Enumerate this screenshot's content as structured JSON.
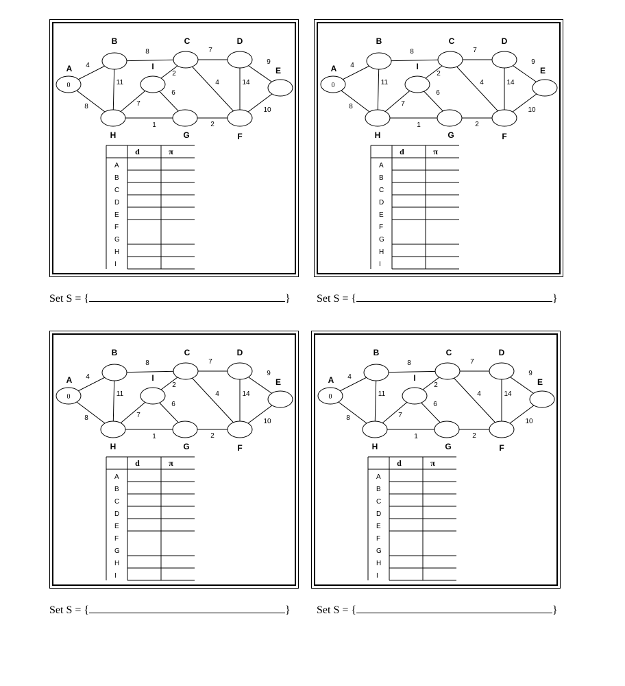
{
  "panels": [
    {
      "label": "panel-1"
    },
    {
      "label": "panel-2"
    },
    {
      "label": "panel-3"
    },
    {
      "label": "panel-4"
    }
  ],
  "graph": {
    "nodes": [
      {
        "id": "A",
        "label": "A",
        "value": "0"
      },
      {
        "id": "B",
        "label": "B",
        "value": ""
      },
      {
        "id": "C",
        "label": "C",
        "value": ""
      },
      {
        "id": "D",
        "label": "D",
        "value": ""
      },
      {
        "id": "E",
        "label": "E",
        "value": ""
      },
      {
        "id": "F",
        "label": "F",
        "value": ""
      },
      {
        "id": "G",
        "label": "G",
        "value": ""
      },
      {
        "id": "H",
        "label": "H",
        "value": ""
      },
      {
        "id": "I",
        "label": "I",
        "value": ""
      }
    ],
    "edges": [
      {
        "from": "A",
        "to": "B",
        "weight": "4"
      },
      {
        "from": "A",
        "to": "H",
        "weight": "8"
      },
      {
        "from": "B",
        "to": "C",
        "weight": "8"
      },
      {
        "from": "B",
        "to": "H",
        "weight": "11"
      },
      {
        "from": "C",
        "to": "D",
        "weight": "7"
      },
      {
        "from": "C",
        "to": "I",
        "weight": "2"
      },
      {
        "from": "C",
        "to": "F",
        "weight": "4"
      },
      {
        "from": "D",
        "to": "E",
        "weight": "9"
      },
      {
        "from": "D",
        "to": "F",
        "weight": "14"
      },
      {
        "from": "E",
        "to": "F",
        "weight": "10"
      },
      {
        "from": "I",
        "to": "H",
        "weight": "7"
      },
      {
        "from": "I",
        "to": "G",
        "weight": "6"
      },
      {
        "from": "H",
        "to": "G",
        "weight": "1"
      },
      {
        "from": "G",
        "to": "F",
        "weight": "2"
      }
    ]
  },
  "table": {
    "headers": [
      "",
      "d",
      "π"
    ],
    "rows": [
      "A",
      "B",
      "C",
      "D",
      "E",
      "F",
      "G",
      "H",
      "I"
    ]
  },
  "set_line": {
    "prefix": "Set S = {",
    "suffix": "}"
  }
}
